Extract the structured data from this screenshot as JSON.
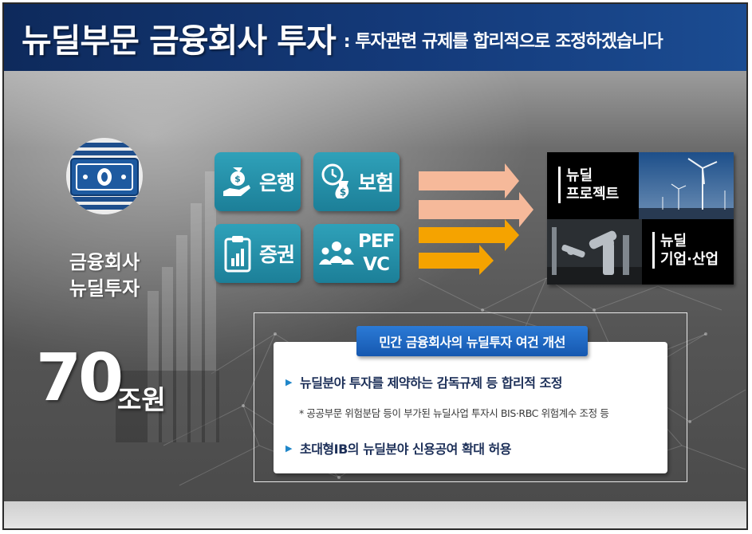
{
  "header": {
    "title": "뉴딜부문 금융회사 투자",
    "subtitle": ": 투자관련 규제를 합리적으로 조정하겠습니다"
  },
  "left": {
    "label_line1": "금융회사",
    "label_line2": "뉴딜투자",
    "amount": "70",
    "amount_unit": "조원"
  },
  "tiles": [
    {
      "label": "은행",
      "icon": "money-hand-icon"
    },
    {
      "label": "보험",
      "icon": "clock-dollar-icon"
    },
    {
      "label": "증권",
      "icon": "clipboard-chart-icon"
    },
    {
      "label_line1": "PEF",
      "label_line2": "VC",
      "icon": "group-icon"
    }
  ],
  "targets": {
    "project_line1": "뉴딜",
    "project_line2": "프로젝트",
    "industry_line1": "뉴딜",
    "industry_line2": "기업·산업"
  },
  "improvement": {
    "heading": "민간 금융회사의  뉴딜투자 여건 개선",
    "item1": "뉴딜분야 투자를 제약하는 감독규제 등 합리적 조정",
    "note": "* 공공부문 위험분담 등이 부가된 뉴딜사업 투자시 BIS·RBC 위험계수 조정 등",
    "item2": "초대형IB의 뉴딜분야 신용공여 확대 허용"
  },
  "colors": {
    "header_navy": "#143a7a",
    "tile_teal": "#2493ad",
    "arrow_peach": "#f6b99a",
    "arrow_orange": "#f5a300",
    "pill_blue": "#1f6cc6"
  }
}
